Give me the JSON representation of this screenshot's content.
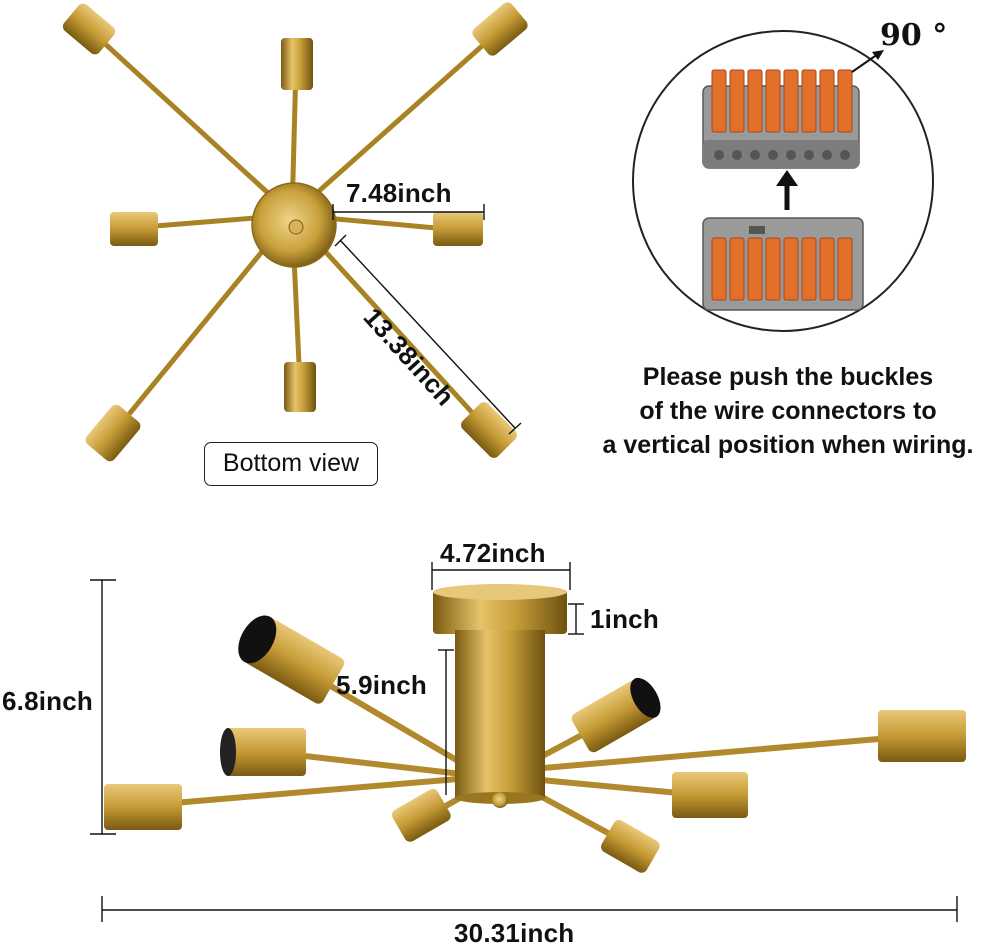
{
  "bottom_view": {
    "label": "Bottom view",
    "dim_center_to_socket": "7.48inch",
    "dim_arm_length": "13.38inch"
  },
  "connector_detail": {
    "rotation": "90 °",
    "note_lines": [
      "Please push the buckles",
      "of the wire connectors to",
      "a vertical position when wiring."
    ]
  },
  "side_view": {
    "dim_canopy_width": "4.72inch",
    "dim_canopy_height": "1inch",
    "dim_stem_height": "5.9inch",
    "dim_total_height": "6.8inch",
    "dim_total_width": "30.31inch"
  },
  "colors": {
    "brass": "#c9a13b",
    "brass_dark": "#8a6a1a",
    "connector_orange": "#e2702a",
    "connector_gray": "#8d8d8d"
  }
}
